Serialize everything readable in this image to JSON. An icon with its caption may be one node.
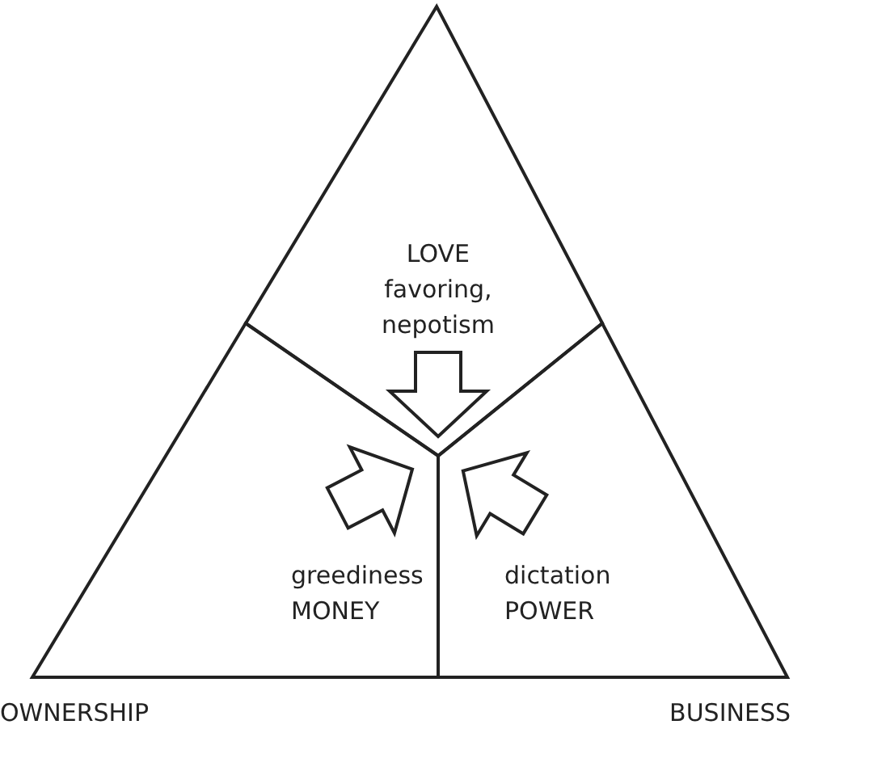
{
  "diagram": {
    "nodes": [
      {
        "text": [
          "LOVE",
          "favoring, nepotism"
        ]
      },
      {
        "text": [
          "greediness",
          "MONEY"
        ]
      },
      {
        "text": [
          "dictation",
          "POWER"
        ]
      }
    ],
    "edges": [
      {
        "from": null,
        "to": 0,
        "arrow": "to"
      },
      {
        "from": null,
        "to": 1,
        "arrow": "to"
      },
      {
        "from": null,
        "to": 2,
        "arrow": "to"
      }
    ],
    "labels": [
      "OWNERSHIP",
      "BUSINESS"
    ]
  }
}
